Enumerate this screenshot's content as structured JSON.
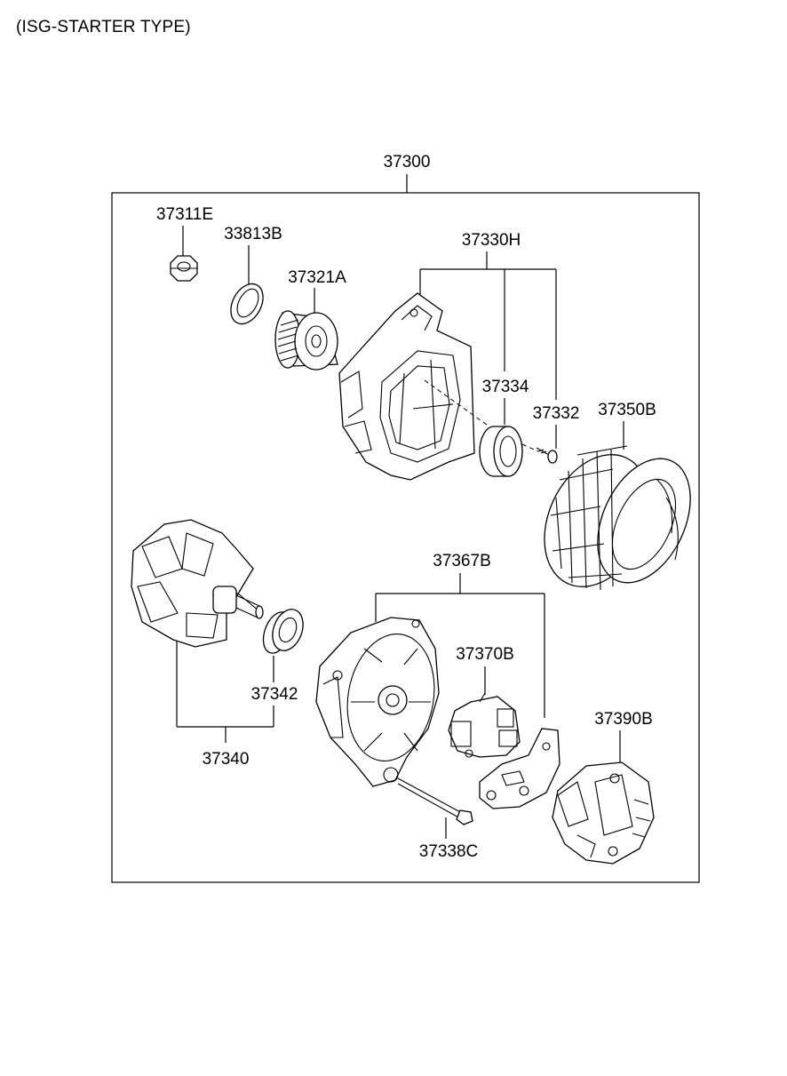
{
  "caption": "(ISG-STARTER TYPE)",
  "parts": {
    "assembly": "37300",
    "nut": "37311E",
    "washer": "33813B",
    "pulley": "37321A",
    "front_bracket": "37330H",
    "front_bearing": "37334",
    "screw": "37332",
    "stator": "37350B",
    "rotor": "37340",
    "rear_bearing": "37342",
    "rear_bracket": "37367B",
    "brush_holder": "37370B",
    "rectifier": "37390B",
    "through_bolt": "37338C"
  }
}
